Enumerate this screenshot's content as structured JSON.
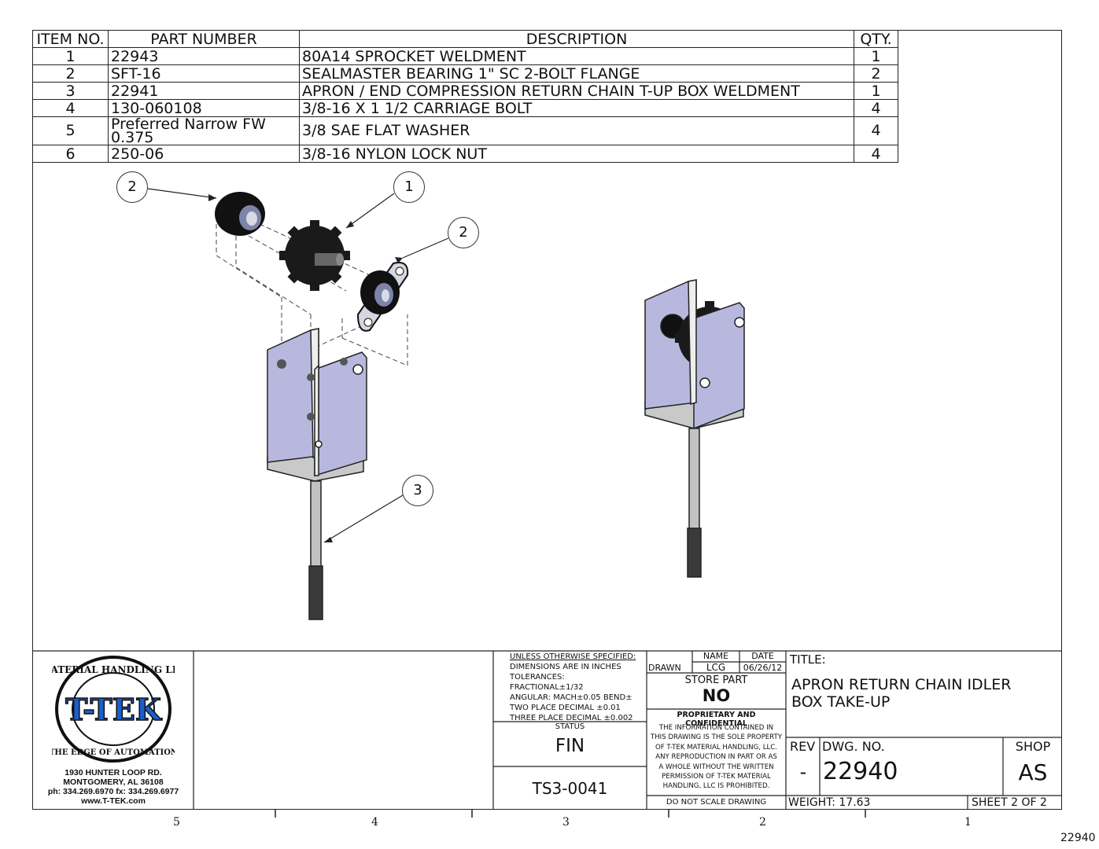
{
  "bom": {
    "headers": {
      "item": "ITEM NO.",
      "part": "PART NUMBER",
      "desc": "DESCRIPTION",
      "qty": "QTY."
    },
    "rows": [
      {
        "item": "1",
        "part": "22943",
        "desc": "80A14 SPROCKET WELDMENT",
        "qty": "1"
      },
      {
        "item": "2",
        "part": "SFT-16",
        "desc": "SEALMASTER BEARING 1\" SC 2-BOLT FLANGE",
        "qty": "2"
      },
      {
        "item": "3",
        "part": "22941",
        "desc": "APRON / END COMPRESSION  RETURN CHAIN T-UP BOX WELDMENT",
        "qty": "1"
      },
      {
        "item": "4",
        "part": "130-060108",
        "desc": "3/8-16 X 1 1/2 CARRIAGE BOLT",
        "qty": "4"
      },
      {
        "item": "5",
        "part": "Preferred Narrow FW 0.375",
        "desc": "3/8 SAE FLAT WASHER",
        "qty": "4"
      },
      {
        "item": "6",
        "part": "250-06",
        "desc": "3/8-16 NYLON LOCK NUT",
        "qty": "4"
      }
    ]
  },
  "balloons": {
    "b1": "2",
    "b2": "1",
    "b3": "2",
    "b4": "3"
  },
  "company": {
    "arc_top": "MATERIAL HANDLING LLC",
    "name": "T-TEK",
    "arc_bottom": "THE EDGE OF AUTOMATION",
    "address1": "1930 HUNTER LOOP RD.",
    "address2": "MONTGOMERY, AL   36108",
    "phone": "ph: 334.269.6970 fx: 334.269.6977",
    "web": "www.T-TEK.com"
  },
  "tolerances": {
    "line1": "UNLESS OTHERWISE SPECIFIED:",
    "line2": "DIMENSIONS ARE IN INCHES",
    "line3": "TOLERANCES:",
    "line4": "FRACTIONAL±1/32",
    "line5": "ANGULAR: MACH±0.05 BEND±",
    "line6": "TWO PLACE DECIMAL   ±0.01",
    "line7": "THREE PLACE DECIMAL ±0.002"
  },
  "status": {
    "label": "STATUS",
    "value": "FIN",
    "ref": "TS3-0041"
  },
  "drawn": {
    "name_hdr": "NAME",
    "date_hdr": "DATE",
    "label": "DRAWN",
    "name": "LCG",
    "date": "06/26/12"
  },
  "store_part": {
    "label": "STORE PART",
    "value": "NO"
  },
  "proprietary": {
    "title": "PROPRIETARY AND CONFIDENTIAL",
    "line1": "THE INFORMATION CONTAINED IN",
    "line2": "THIS DRAWING IS THE SOLE PROPERTY",
    "line3": "OF T-TEK MATERIAL HANDLING, LLC.",
    "line4": "ANY REPRODUCTION IN PART OR AS",
    "line5": "A WHOLE WITHOUT THE WRITTEN",
    "line6": "PERMISSION OF T-TEK MATERIAL",
    "line7": "HANDLING, LLC IS PROHIBITED."
  },
  "do_not_scale": "DO NOT SCALE DRAWING",
  "title_block": {
    "title_label": "TITLE:",
    "title_line1": "APRON  RETURN CHAIN IDLER",
    "title_line2": "BOX TAKE-UP",
    "rev_label": "REV",
    "rev": "-",
    "dwg_label": "DWG.  NO.",
    "dwg_no": "22940",
    "shop_label": "SHOP",
    "shop": "AS",
    "weight": "WEIGHT: 17.63",
    "sheet": "SHEET 2 OF 2"
  },
  "zones": [
    "5",
    "4",
    "3",
    "2",
    "1"
  ],
  "footer_number": "22940"
}
